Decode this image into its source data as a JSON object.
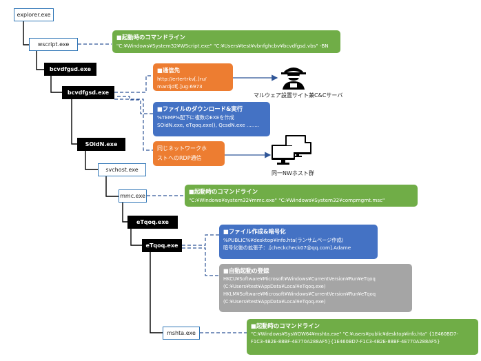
{
  "processes": {
    "explorer": "explorer.exe",
    "wscript": "wscript.exe",
    "bcvdfgsd1": "bcvdfgsd.exe",
    "bcvdfgsd2": "bcvdfgsd.exe",
    "soidn": "SOidN.exe",
    "svchost": "svchost.exe",
    "mmc": "mmc.exe",
    "etqoq1": "eTqoq.exe",
    "etqoq2": "eTqoq.exe",
    "mshta": "mshta.exe"
  },
  "boxes": {
    "wscript_cmd": {
      "title": "■起動時のコマンドライン",
      "lines": [
        "\"C:¥Windows¥System32¥WScript.exe\" \"C:¥Users¥test¥vbnfghcbv¥bcvdfgsd.vbs\" -BN"
      ]
    },
    "c2": {
      "title": "■通信先",
      "lines": [
        "http://ertertrkv[.]ru/",
        "mardjdf[.]ug:6973"
      ]
    },
    "download": {
      "title": "■ファイルのダウンロード&実行",
      "lines": [
        "%TEMP%配下に複数のEXEを作成",
        "SOidN.exe, eTqoq.exe(), QcsdN.exe ........"
      ]
    },
    "rdp": {
      "title": "",
      "lines": [
        "同じネットワークホ",
        "ストへのRDP通信"
      ]
    },
    "mmc_cmd": {
      "title": "■起動時のコマンドライン",
      "lines": [
        "\"C:¥Windows¥system32¥mmc.exe\" \"C:¥Windows¥System32¥compmgmt.msc\""
      ]
    },
    "encrypt": {
      "title": "■ファイル作成&暗号化",
      "lines": [
        "%PUBLIC%¥desktop¥info.hta(ランサムページ作成)",
        "暗号化後の拡張子：.[checkcheck07@qq.com].Adame"
      ]
    },
    "autorun": {
      "title": "■自動起動の登録",
      "lines": [
        "HKCU¥Software¥Microsoft¥Windows¥CurrentVersion¥Run¥eTqoq",
        "(C:¥Users¥test¥AppData¥Local¥eTqoq.exe)",
        "HKLM¥Software¥Microsoft¥Windows¥CurrentVersion¥Run¥eTqoq",
        "(C:¥Users¥test¥AppData¥Local¥eTqoq.exe)"
      ]
    },
    "mshta_cmd": {
      "title": "■起動時のコマンドライン",
      "lines": [
        "\"C:¥Windows¥SysWOW64¥mshta.exe\" \"C:¥users¥public¥desktop¥info.hta\" {1E460BD7-",
        "F1C3-4B2E-88BF-4E770A288AF5}{1E460BD7-F1C3-4B2E-88BF-4E770A288AF5}"
      ]
    }
  },
  "labels": {
    "c2_server": "マルウェア設置サイト兼C&Cサーバ",
    "nw_hosts": "同一NWホスト群"
  },
  "colors": {
    "green": "#70ad47",
    "orange": "#ed7d31",
    "blue": "#4472c4",
    "gray": "#a5a5a5",
    "line": "#000000",
    "dashed": "#2e5597"
  },
  "icons": {
    "c2_server": "hacker-server-icon",
    "nw_hosts": "computer-group-icon"
  }
}
